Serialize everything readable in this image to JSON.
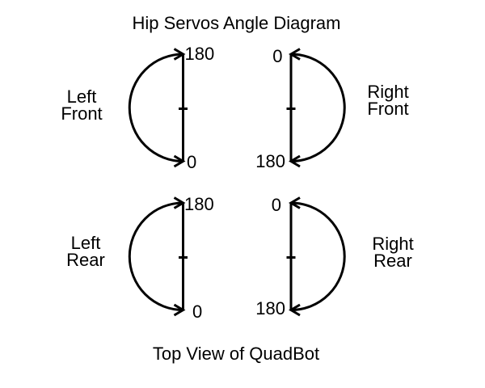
{
  "title": "Hip Servos Angle Diagram",
  "caption": "Top View of QuadBot",
  "figures": {
    "left_front": {
      "name_line1": "Left",
      "name_line2": "Front",
      "top_angle": "180",
      "bottom_angle": "0",
      "arc_side": "left"
    },
    "right_front": {
      "name_line1": "Right",
      "name_line2": "Front",
      "top_angle": "0",
      "bottom_angle": "180",
      "arc_side": "right"
    },
    "left_rear": {
      "name_line1": "Left",
      "name_line2": "Rear",
      "top_angle": "180",
      "bottom_angle": "0",
      "arc_side": "left"
    },
    "right_rear": {
      "name_line1": "Right",
      "name_line2": "Rear",
      "top_angle": "0",
      "bottom_angle": "180",
      "arc_side": "right"
    }
  },
  "colors": {
    "ink": "#000000",
    "background": "#ffffff"
  }
}
